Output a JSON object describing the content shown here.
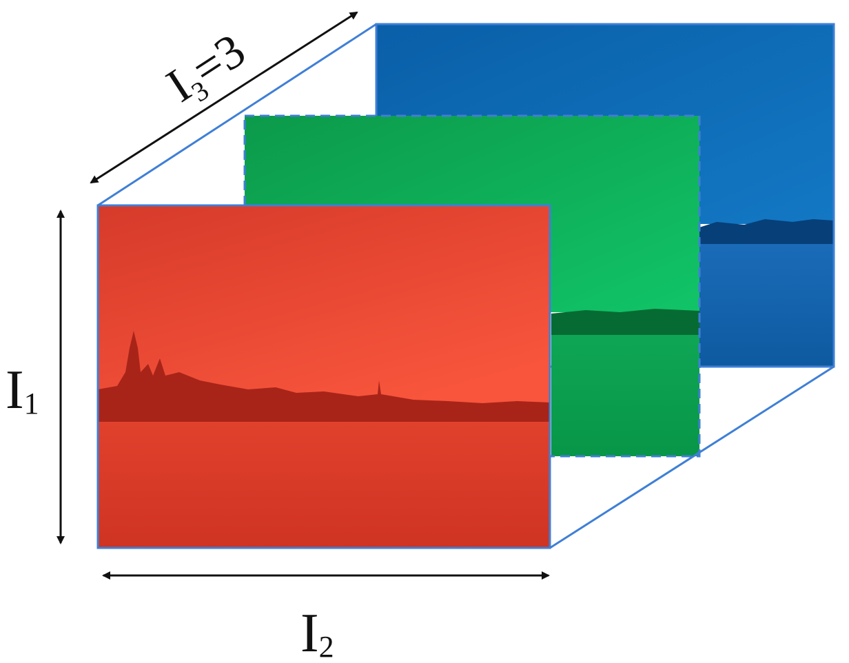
{
  "labels": {
    "depth_main": "I",
    "depth_sub": "3",
    "depth_value": "=3",
    "height_main": "I",
    "height_sub": "1",
    "width_main": "I",
    "width_sub": "2"
  },
  "channels": [
    {
      "name": "red",
      "color": "#e8412e"
    },
    {
      "name": "green",
      "color": "#10b65a"
    },
    {
      "name": "blue",
      "color": "#0a6bb5"
    }
  ],
  "colors": {
    "outline": "#3f7fd6",
    "arrow": "#111111"
  }
}
